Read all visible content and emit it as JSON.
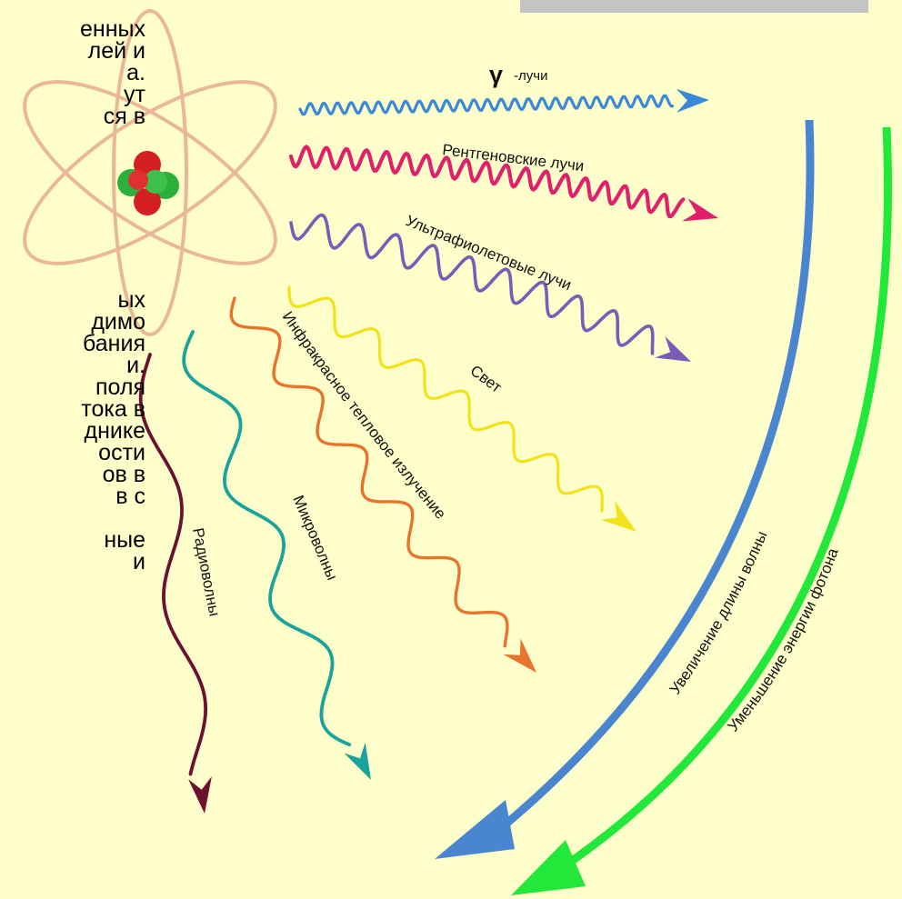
{
  "side_text": {
    "block1": [
      "енных",
      "лей и",
      "а.",
      "ут",
      "ся в"
    ],
    "block2": [
      "ых",
      "димо",
      "бания",
      "и.",
      "поля",
      "тока в",
      "днике",
      "ости",
      "ов в",
      "в с",
      "",
      "ные",
      "и"
    ]
  },
  "labels": {
    "gamma_symbol": "γ",
    "gamma": "-лучи",
    "xray": "Рентгеновские лучи",
    "uv": "Ультрафиолетовые лучи",
    "light": "Свет",
    "ir": "Инфракрасное тепловое излучение",
    "micro": "Микроволны",
    "radio": "Радиоволны",
    "wavelength": "Увеличение длины волны",
    "energy": "Уменьшение энергии фотона"
  },
  "colors": {
    "background": "#fefecb",
    "gamma": "#3a88d8",
    "xray": "#e0206a",
    "uv": "#7a5cb8",
    "light": "#f2e21c",
    "ir": "#e8732c",
    "micro": "#1aa39c",
    "radio": "#6d1030",
    "wavelength_arrow": "#4a86d0",
    "energy_arrow": "#22e83a",
    "orbit": "#eab898",
    "proton": "#d42020",
    "neutron": "#2cb03c"
  }
}
